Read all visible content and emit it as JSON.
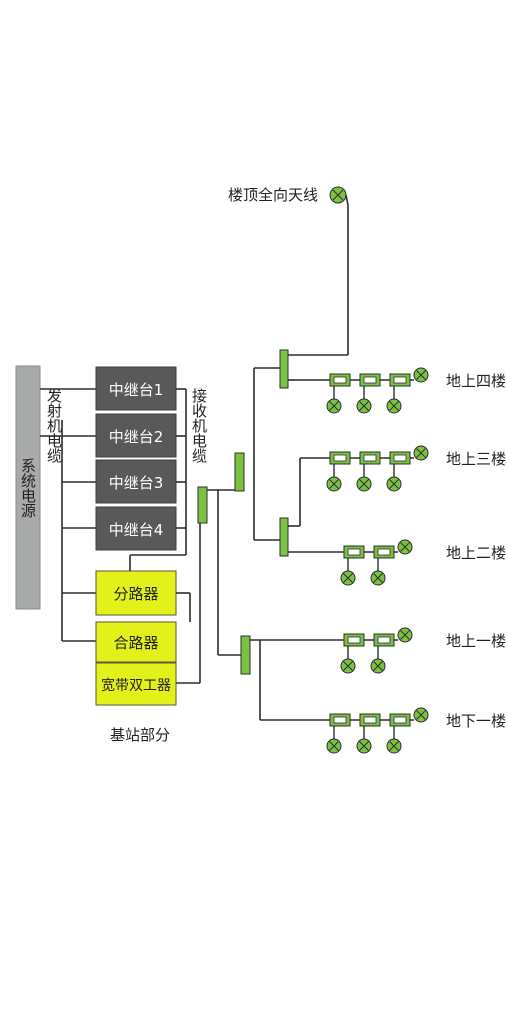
{
  "title": "",
  "power": {
    "label": "系统电源"
  },
  "tx_cable": {
    "label": "发射机电缆"
  },
  "rx_cable": {
    "label": "接收机电缆"
  },
  "repeaters": [
    "中继台1",
    "中继台2",
    "中继台3",
    "中继台4"
  ],
  "splitter": "分路器",
  "combiner": "合路器",
  "duplexer": "宽带双工器",
  "base_station": "基站部分",
  "roof_antenna": "楼顶全向天线",
  "floors": [
    {
      "label": "地上四楼",
      "couplers": 3
    },
    {
      "label": "地上三楼",
      "couplers": 3
    },
    {
      "label": "地上二楼",
      "couplers": 2
    },
    {
      "label": "地上一楼",
      "couplers": 2
    },
    {
      "label": "地下一楼",
      "couplers": 3
    }
  ],
  "colors": {
    "power_bar": "#a9aaaa",
    "repeater": "#595959",
    "yellow_box": "#e2f11a",
    "green": "#7cc242",
    "line": "#2d2d2d"
  }
}
